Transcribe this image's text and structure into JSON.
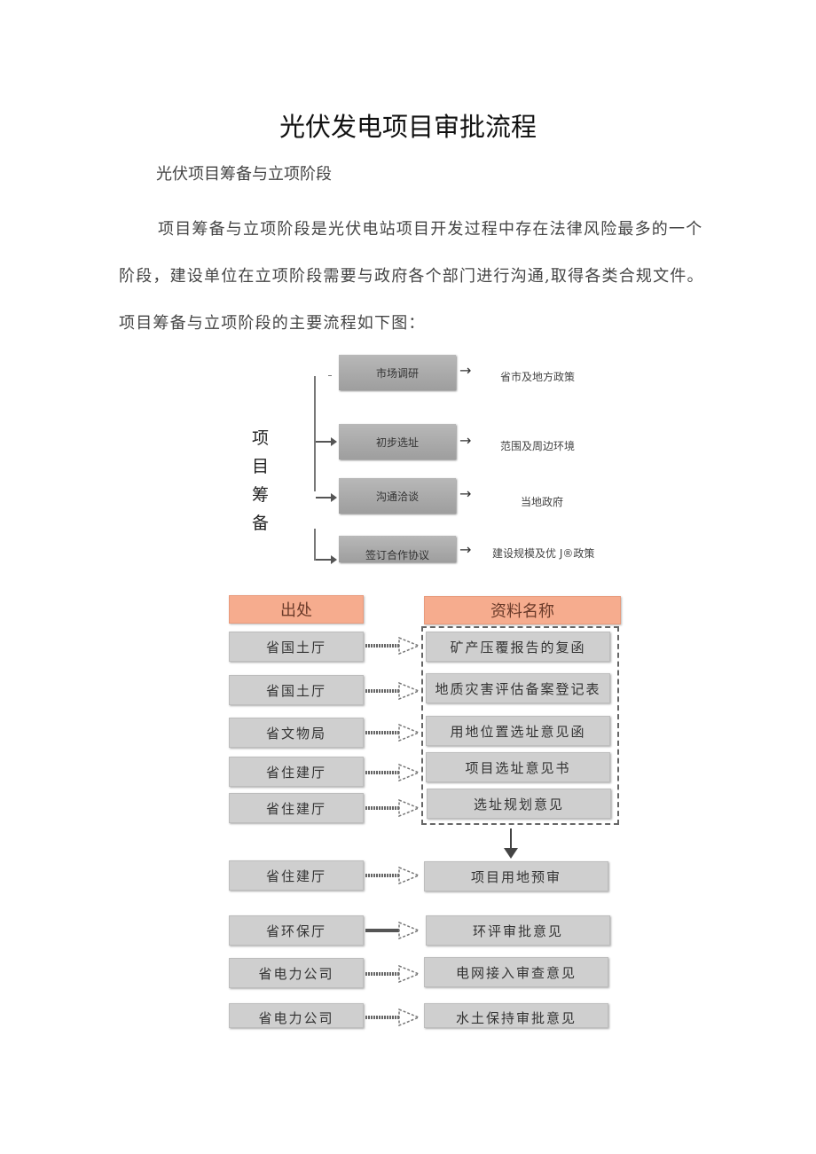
{
  "document": {
    "title": "光伏发电项目审批流程",
    "section_heading": "光伏项目筹备与立项阶段",
    "paragraph": "项目筹备与立项阶段是光伏电站项目开发过程中存在法律风险最多的一个阶段，建设单位在立项阶段需要与政府各个部门进行沟通,取得各类合规文件。项目筹备与立项阶段的主要流程如下图："
  },
  "diagram_prep": {
    "vertical_label": [
      "项",
      "目",
      "筹",
      "备"
    ],
    "steps": [
      {
        "label": "市场调研",
        "note": "省市及地方政策"
      },
      {
        "label": "初步选址",
        "note": "范围及周边环境"
      },
      {
        "label": "沟通洽谈",
        "note": "当地政府"
      },
      {
        "label": "签订合作协议",
        "note": "建设规模及优 J®政策"
      }
    ],
    "arrow_glyph": "→"
  },
  "diagram_docs": {
    "header_source": "出处",
    "header_document": "资料名称",
    "header_color": "#f6ac8e",
    "box_color": "#cfcfcf",
    "rows": [
      {
        "source": "省国土厅",
        "document": "矿产压覆报告的复函"
      },
      {
        "source": "省国土厅",
        "document": "地质灾害评估备案登记表"
      },
      {
        "source": "省文物局",
        "document": "用地位置选址意见函"
      },
      {
        "source": "省住建厅",
        "document": "项目选址意见书"
      },
      {
        "source": "省住建厅",
        "document": "选址规划意见"
      },
      {
        "source": "省住建厅",
        "document": "项目用地预审"
      },
      {
        "source": "省环保厅",
        "document": "环评审批意见"
      },
      {
        "source": "省电力公司",
        "document": "电网接入审查意见"
      },
      {
        "source": "省电力公司",
        "document": "水土保持审批意见"
      }
    ]
  }
}
